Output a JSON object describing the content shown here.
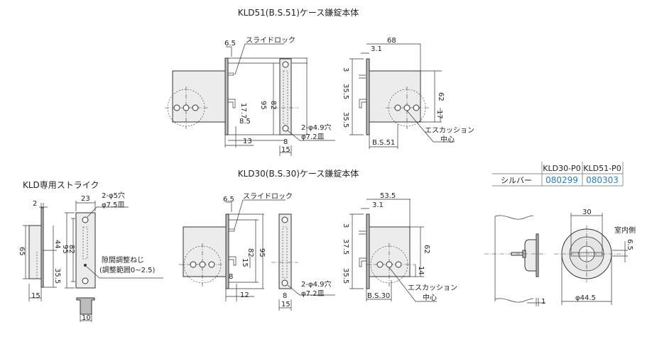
{
  "kld51": {
    "title": "KLD51(B.S.51)ケース鎌錠本体",
    "slide_lock": "スライドロック",
    "dims_front": {
      "d6_5": "6.5",
      "d82": "82",
      "d95": "95",
      "d17_7": "17.7",
      "d8_5": "8.5",
      "d13": "13"
    },
    "dims_side": {
      "holes": "2-φ4.9穴",
      "countersink": "φ7.2皿",
      "d8": "8",
      "d15": "15"
    },
    "dims_right": {
      "d68": "68",
      "d3_1": "3.1",
      "d3": "3",
      "d35_5a": "35.5",
      "d35_5b": "35.5",
      "d62": "62",
      "d17": "17",
      "bs": "B.S.51",
      "escutcheon": "エスカッション",
      "center": "中心"
    }
  },
  "kld30": {
    "title": "KLD30(B.S.30)ケース鎌錠本体",
    "slide_lock": "スライドロック",
    "dims_front": {
      "d6_5": "6.5",
      "d82": "82",
      "d95": "95",
      "d15": "15",
      "d8": "8",
      "d12": "12"
    },
    "dims_side": {
      "holes": "2-φ4.9穴",
      "countersink": "φ7.2皿",
      "d8": "8",
      "d15": "15"
    },
    "dims_right": {
      "d53_5": "53.5",
      "d3_1": "3.1",
      "d3": "3",
      "d37_5": "37.5",
      "d35_5": "35.5",
      "d62": "62",
      "d14": "14",
      "bs": "B.S.30",
      "escutcheon": "エスカッション",
      "center": "中心"
    }
  },
  "strike": {
    "title": "KLD専用ストライク",
    "dims": {
      "d2": "2",
      "d65": "65",
      "d44": "44",
      "d35_5": "35.5",
      "d15": "15",
      "d23": "23",
      "d95": "95",
      "d82": "82",
      "d10": "10"
    },
    "holes": "2-φ5穴",
    "countersink": "φ7.5皿",
    "screw": "隙間調整ねじ",
    "range": "(調整範囲0~2.5)"
  },
  "table": {
    "headers": [
      "KLD30-P0",
      "KLD51-P0"
    ],
    "rows": [
      {
        "label": "シルバー",
        "values": [
          "080299",
          "080303"
        ]
      }
    ],
    "value_color": "#2a7fc6"
  },
  "escutcheon": {
    "d30": "30",
    "indoor": "室内側",
    "d6_5": "6.5",
    "d44_5": "φ44.5",
    "d1": "1"
  }
}
